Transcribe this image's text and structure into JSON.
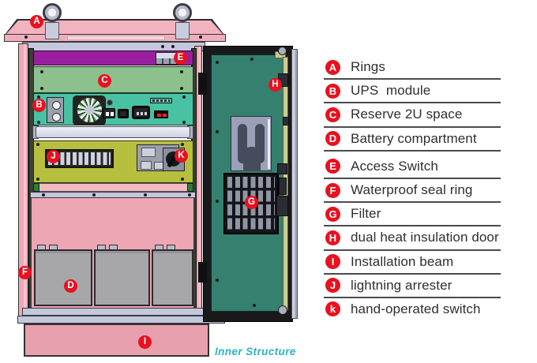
{
  "diagram": {
    "caption": "Inner Structure",
    "badges": {
      "a": "A",
      "b": "B",
      "c": "C",
      "d": "D",
      "e": "E",
      "f": "F",
      "g": "G",
      "h": "H",
      "i": "I",
      "j": "J",
      "k": "K"
    }
  },
  "legend": {
    "items": [
      {
        "letter": "A",
        "label": "Rings"
      },
      {
        "letter": "B",
        "label": "UPS  module"
      },
      {
        "letter": "C",
        "label": "Reserve 2U space"
      },
      {
        "letter": "D",
        "label": "Battery compartment"
      },
      {
        "letter": "E",
        "label": "Access Switch"
      },
      {
        "letter": "F",
        "label": "Waterproof seal ring"
      },
      {
        "letter": "G",
        "label": "Filter"
      },
      {
        "letter": "H",
        "label": "dual heat insulation door"
      },
      {
        "letter": "I",
        "label": "Installation beam"
      },
      {
        "letter": "J",
        "label": "lightning arrester"
      },
      {
        "letter": "k",
        "label": "hand-operated switch"
      }
    ]
  },
  "colors": {
    "badge_red": "#e8111f",
    "roof_pink": "#f2b3bf",
    "wall_pink": "#efa9b4",
    "base_pink": "#e9a0ae",
    "access_switch_purple": "#9a1f9f",
    "reserve_space_green": "#8cc18e",
    "ups_panel_teal": "#49c2a4",
    "arrester_panel_olive": "#b6bf3e",
    "door_teal": "#35806f",
    "battery_gray": "#a7a7a9",
    "rail_lavender": "#c5c8dc",
    "caption_teal": "#2cb3c3"
  }
}
